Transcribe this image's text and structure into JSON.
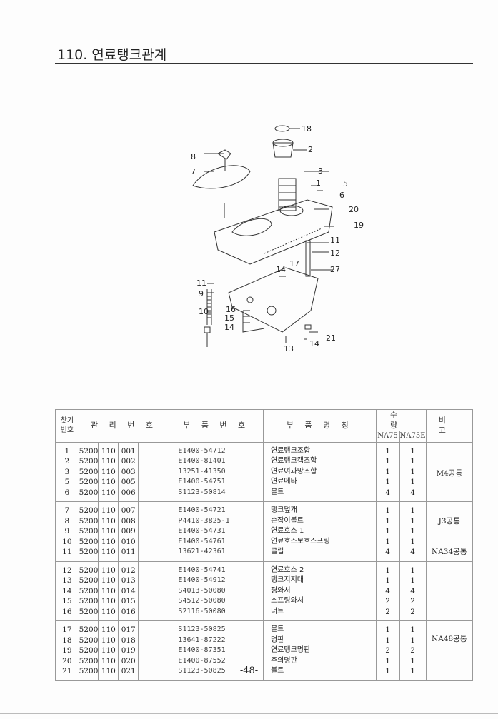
{
  "title": "110. 연료탱크관계",
  "diagram": {
    "callouts": [
      "18",
      "2",
      "8",
      "7",
      "3",
      "1",
      "5",
      "6",
      "20",
      "19",
      "11",
      "12",
      "17",
      "14",
      "27",
      "11",
      "9",
      "16",
      "10",
      "15",
      "14",
      "21",
      "14",
      "13"
    ]
  },
  "table": {
    "headers": {
      "find_no": "찾기\n번호",
      "mgmt_no": "관 리 번 호",
      "part_no": "부 품 번 호",
      "part_name": "부 품 명 칭",
      "qty": "수 량",
      "qty_a": "NA75",
      "qty_b": "NA75E",
      "remarks": "비 고"
    },
    "groups": [
      {
        "remark": "M4공통",
        "rows": [
          [
            "1",
            "5200",
            "110",
            "001",
            "E1400-54712",
            "연료탱크조합",
            "1",
            "1"
          ],
          [
            "2",
            "5200",
            "110",
            "002",
            "E1400-81401",
            "연료탱크캡조합",
            "1",
            "1"
          ],
          [
            "3",
            "5200",
            "110",
            "003",
            "13251-41350",
            "연료여과망조합",
            "1",
            "1"
          ],
          [
            "5",
            "5200",
            "110",
            "005",
            "E1400-54751",
            "연료메타",
            "1",
            "1"
          ],
          [
            "6",
            "5200",
            "110",
            "006",
            "S1123-50814",
            "볼트",
            "4",
            "4"
          ]
        ]
      },
      {
        "remark": "J3공통",
        "remark2": "NA34공통",
        "rows": [
          [
            "7",
            "5200",
            "110",
            "007",
            "E1400-54721",
            "탱크덮개",
            "1",
            "1"
          ],
          [
            "8",
            "5200",
            "110",
            "008",
            "P4410-3825-1",
            "손잡이볼트",
            "1",
            "1"
          ],
          [
            "9",
            "5200",
            "110",
            "009",
            "E1400-54731",
            "연료호스 1",
            "1",
            "1"
          ],
          [
            "10",
            "5200",
            "110",
            "010",
            "E1400-54761",
            "연료호스보호스프링",
            "1",
            "1"
          ],
          [
            "11",
            "5200",
            "110",
            "011",
            "13621-42361",
            "클립",
            "4",
            "4"
          ]
        ]
      },
      {
        "remark": "",
        "rows": [
          [
            "12",
            "5200",
            "110",
            "012",
            "E1400-54741",
            "연료호스 2",
            "1",
            "1"
          ],
          [
            "13",
            "5200",
            "110",
            "013",
            "E1400-54912",
            "탱크지지대",
            "1",
            "1"
          ],
          [
            "14",
            "5200",
            "110",
            "014",
            "S4013-50080",
            "평와셔",
            "4",
            "4"
          ],
          [
            "15",
            "5200",
            "110",
            "015",
            "S4512-50080",
            "스프링와셔",
            "2",
            "2"
          ],
          [
            "16",
            "5200",
            "110",
            "016",
            "S2116-50080",
            "너트",
            "2",
            "2"
          ]
        ]
      },
      {
        "remark": "NA48공통",
        "rows": [
          [
            "17",
            "5200",
            "110",
            "017",
            "S1123-50825",
            "볼트",
            "1",
            "1"
          ],
          [
            "18",
            "5200",
            "110",
            "018",
            "13641-87222",
            "명판",
            "1",
            "1"
          ],
          [
            "19",
            "5200",
            "110",
            "019",
            "E1400-87351",
            "연료탱크명판",
            "2",
            "2"
          ],
          [
            "20",
            "5200",
            "110",
            "020",
            "E1400-87552",
            "주의명판",
            "1",
            "1"
          ],
          [
            "21",
            "5200",
            "110",
            "021",
            "S1123-50825",
            "볼트",
            "1",
            "1"
          ]
        ]
      }
    ]
  },
  "page_number": "-48-"
}
